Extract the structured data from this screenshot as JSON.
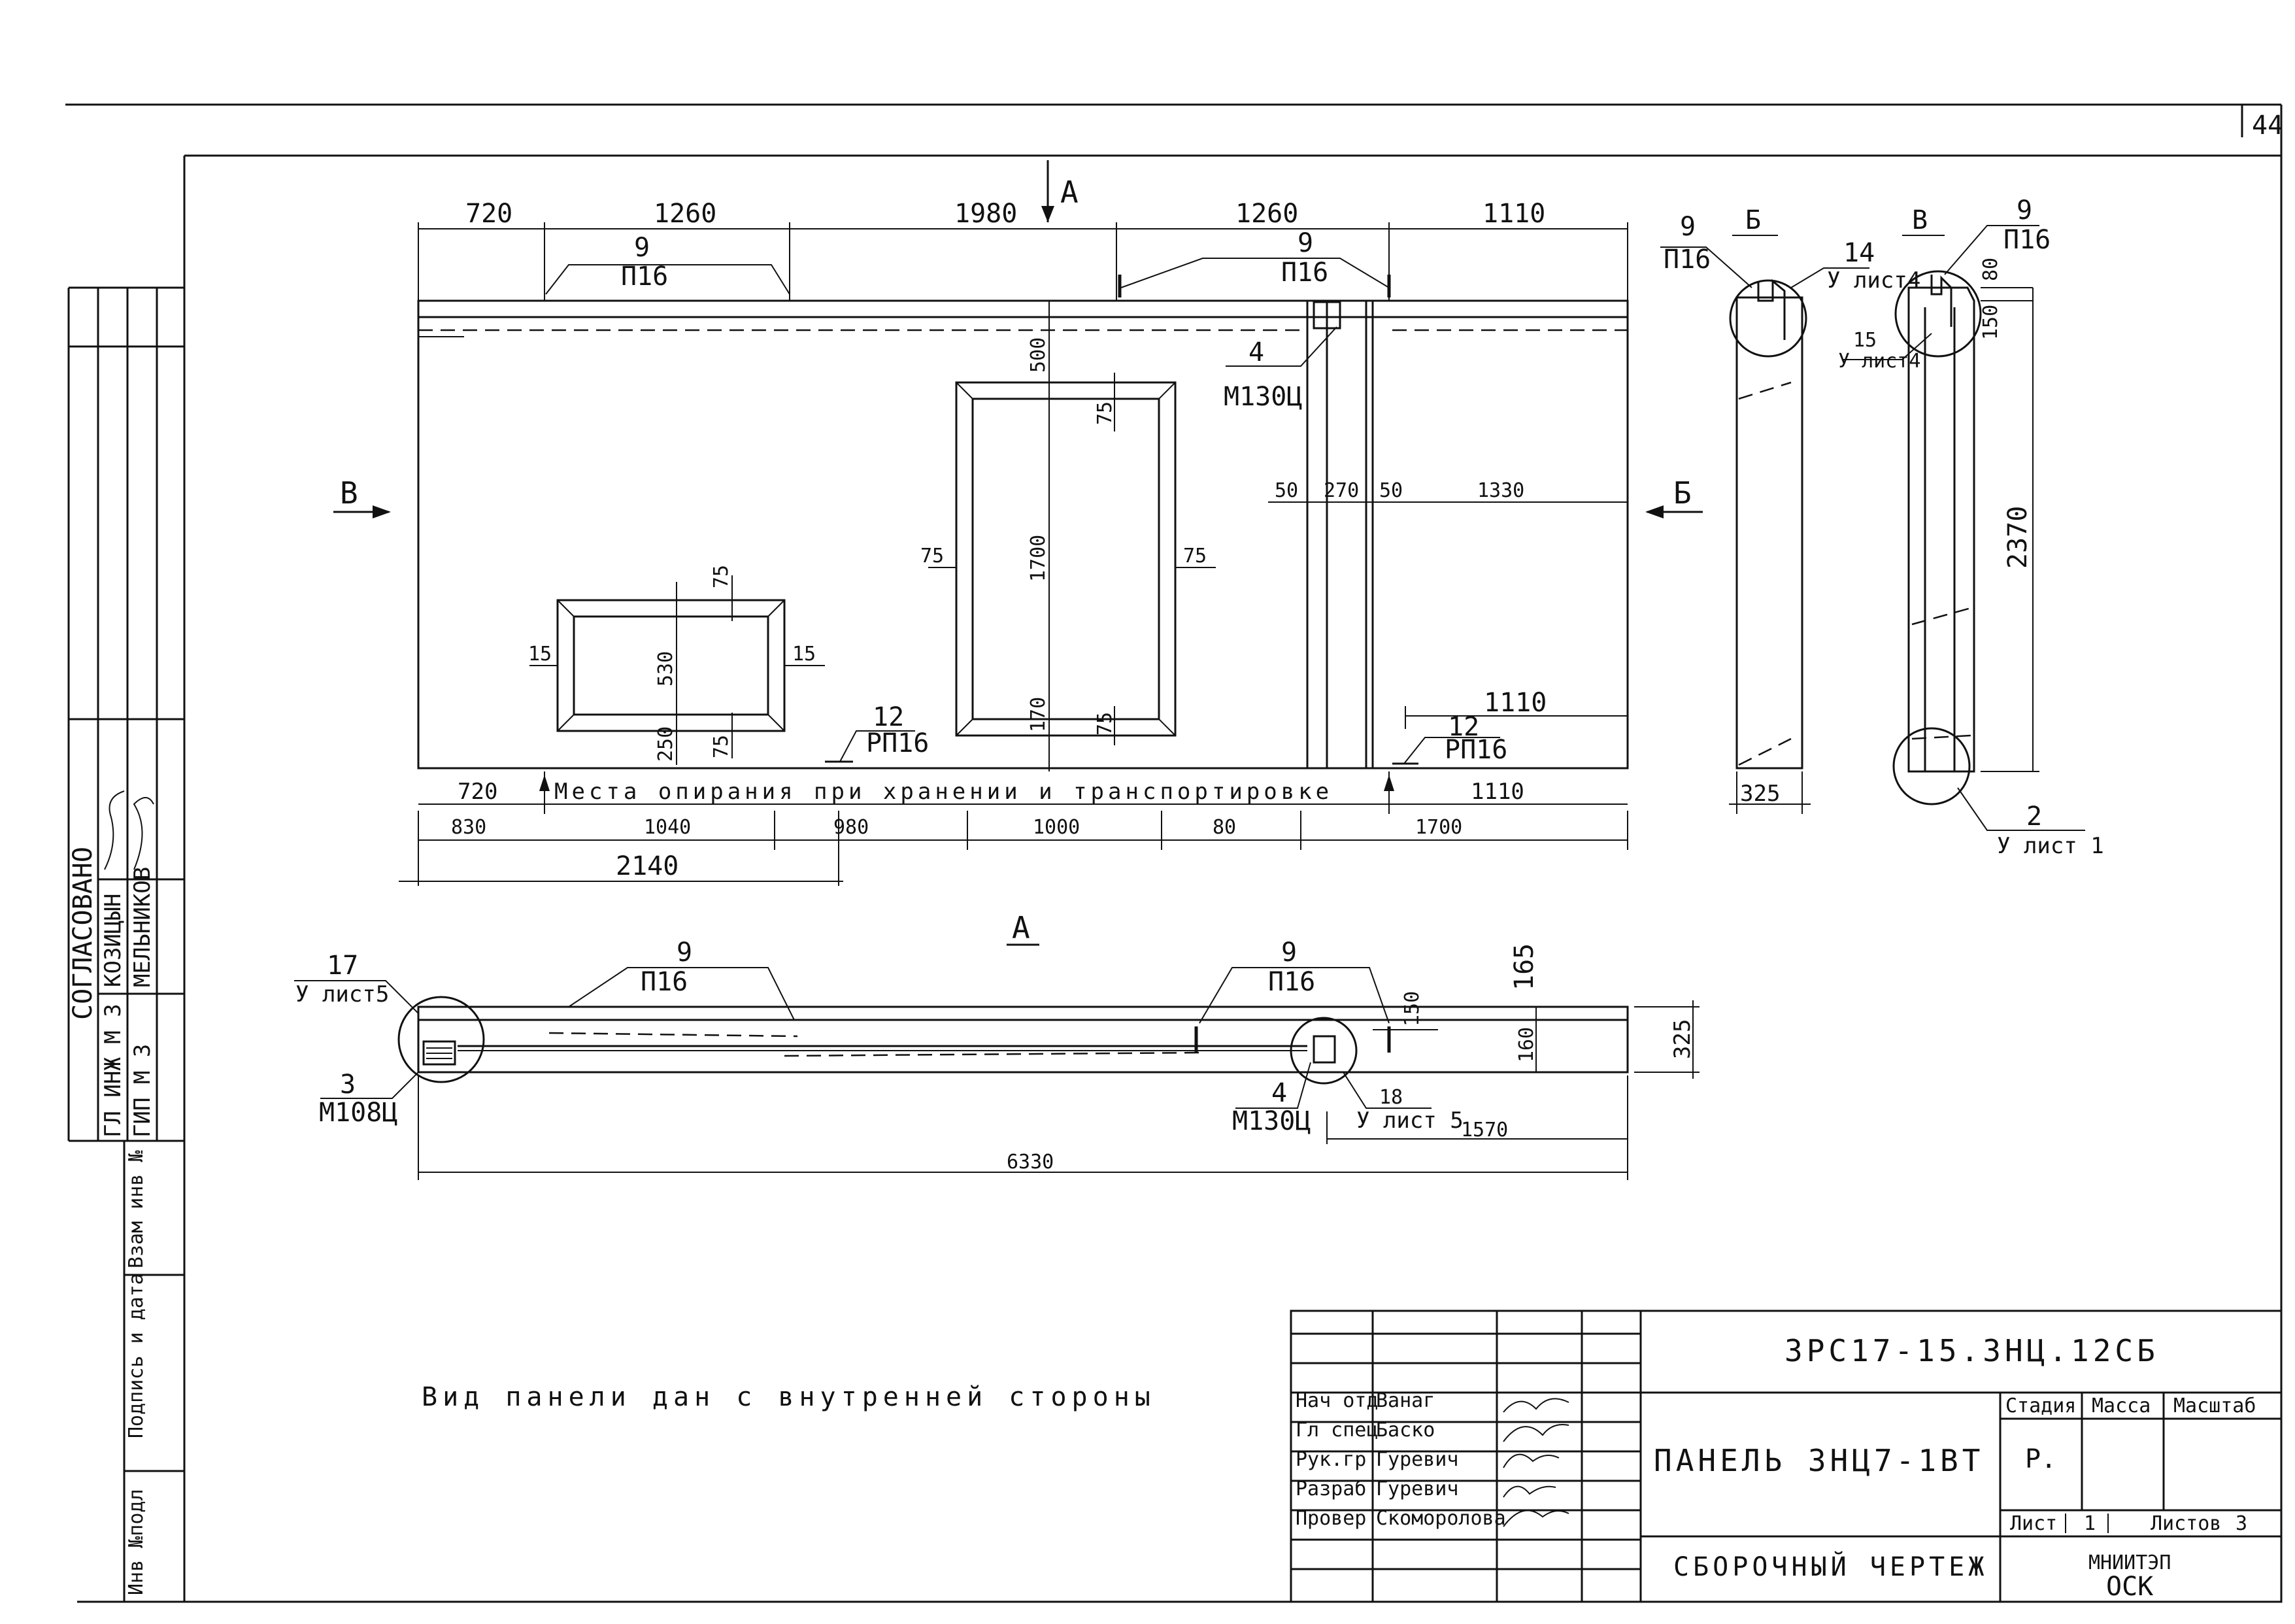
{
  "sheet": {
    "page_number": "44"
  },
  "sidebar": {
    "approved": "СОГЛАСОВАНО",
    "roles": [
      "ГЛ ИНЖ М 3",
      "ГИП М 3"
    ],
    "names": [
      "КОЗИЦЫН",
      "МЕЛЬНИКОВ"
    ],
    "inv_replace": "Взам инв №",
    "sign_date": "Подпись и дата",
    "inv_orig": "Инв №подл"
  },
  "front_view": {
    "top_dims": [
      "720",
      "1260",
      "1980",
      "1260",
      "1110"
    ],
    "section_a": "А",
    "section_b": "Б",
    "section_v": "В",
    "loop_count": "9",
    "loop_mark": "П16",
    "embed_count": "4",
    "embed_mark": "М130Ц",
    "win_large": {
      "top": "500",
      "height": "1700",
      "frame": "75",
      "bottom": "170"
    },
    "win_small": {
      "height": "530",
      "frame": "75",
      "side": "15",
      "bottom": "250"
    },
    "mid_dims": [
      "50",
      "270",
      "50",
      "1330"
    ],
    "right_dim": "1110",
    "rp_count": "12",
    "rp_mark": "РП16",
    "support_note": "Места опирания при хранении и транспортировке",
    "support_left": "720",
    "support_right": "1110",
    "bottom_dims": [
      "830",
      "1040",
      "980",
      "1000",
      "80",
      "1700"
    ],
    "total_left": "2140"
  },
  "side_b": {
    "label": "Б",
    "loop_count": "9",
    "loop_mark": "П16",
    "ref_count": "14",
    "ref_sheet": "У лист4",
    "width": "325"
  },
  "side_v": {
    "label": "В",
    "loop_count": "9",
    "loop_mark": "П16",
    "dim_top": "80",
    "dim_150": "150",
    "ref_count": "15",
    "ref_sheet": "У лист4",
    "height": "2370",
    "ref2_count": "2",
    "ref2_sheet": "У лист 1"
  },
  "plan_a": {
    "label": "А",
    "loop_count": "9",
    "loop_mark": "П16",
    "ref17": "17",
    "ref17_sheet": "У лист5",
    "ref3": "3",
    "ref3_mark": "М108Ц",
    "ref4": "4",
    "ref4_mark": "М130Ц",
    "ref18": "18",
    "ref18_sheet": "У лист 5",
    "d165": "165",
    "d150": "150",
    "d160": "160",
    "d325": "325",
    "d1570": "1570",
    "d6330": "6330"
  },
  "note": "Вид панели дан с внутренней стороны",
  "title_block": {
    "code": "3РС17-15.3НЦ.12СБ",
    "staff": [
      {
        "role": "Нач отд",
        "name": "Ванаг"
      },
      {
        "role": "Гл спец",
        "name": "Баско"
      },
      {
        "role": "Рук.гр",
        "name": "Гуревич"
      },
      {
        "role": "Разраб",
        "name": "Гуревич"
      },
      {
        "role": "Провер",
        "name": "Скоморолова"
      }
    ],
    "item_name": "ПАНЕЛЬ 3НЦ7-1ВТ",
    "stage_label": "Стадия",
    "mass_label": "Масса",
    "scale_label": "Масштаб",
    "stage_value": "Р.",
    "sheet_label": "Лист",
    "sheet_value": "1",
    "sheets_label": "Листов",
    "sheets_value": "3",
    "doc_type": "СБОРОЧНЫЙ ЧЕРТЕЖ",
    "org_line1": "МНИИТЭП",
    "org_line2": "ОСК"
  }
}
